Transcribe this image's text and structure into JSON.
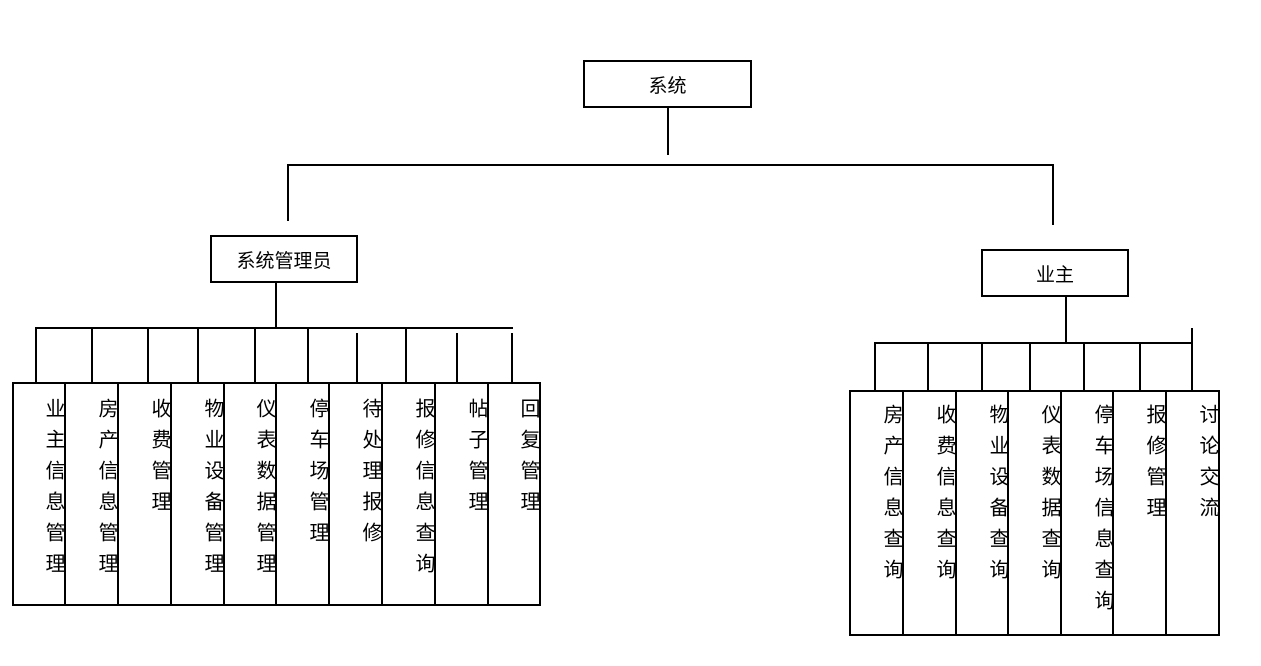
{
  "root": {
    "label": "系统"
  },
  "branches": [
    {
      "label": "系统管理员",
      "items": [
        "业主信息管理",
        "房产信息管理",
        "收费管理",
        "物业设备管理",
        "仪表数据管理",
        "停车场管理",
        "待处理报修",
        "报修信息查询",
        "帖子管理",
        "回复管理"
      ]
    },
    {
      "label": "业主",
      "items": [
        "房产信息查询",
        "收费信息查询",
        "物业设备查询",
        "仪表数据查询",
        "停车场信息查询",
        "报修管理",
        "讨论交流"
      ]
    }
  ]
}
